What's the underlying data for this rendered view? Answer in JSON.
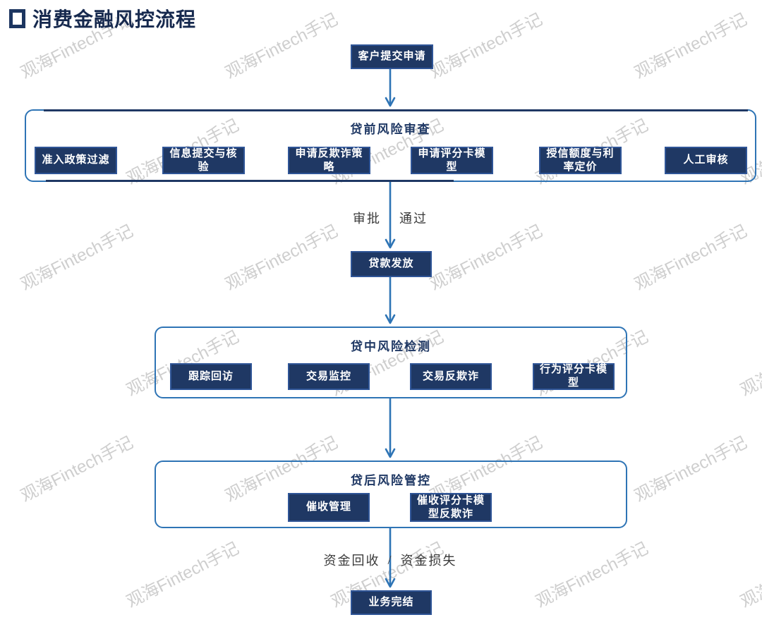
{
  "title": "消费金融风控流程",
  "watermark": {
    "text": "观海Fintech手记"
  },
  "nodes": {
    "start": "客户提交申请",
    "disburse": "贷款发放",
    "end": "业务完结"
  },
  "flow_labels": {
    "approval": {
      "left": "审批",
      "right": "通过"
    },
    "outcome": {
      "left": "资金回收",
      "slash": "/",
      "right": "资金损失"
    }
  },
  "stages": [
    {
      "title": "贷前风险审查",
      "boxes": [
        {
          "label": "准入政策过滤"
        },
        {
          "label": "信息提交与核\n验"
        },
        {
          "label": "申请反欺诈策\n略"
        },
        {
          "label": "申请评分卡模\n型"
        },
        {
          "label": "授信额度与利\n率定价"
        },
        {
          "label": "人工审核"
        }
      ]
    },
    {
      "title": "贷中风险检测",
      "boxes": [
        {
          "label": "跟踪回访"
        },
        {
          "label": "交易监控"
        },
        {
          "label": "交易反欺诈"
        },
        {
          "label": "行为评分卡模\n型"
        }
      ]
    },
    {
      "title": "贷后风险管控",
      "boxes": [
        {
          "label": "催收管理"
        },
        {
          "label": "催收评分卡模\n型反欺诈"
        }
      ]
    }
  ],
  "colors": {
    "box_fill": "#1f3864",
    "box_border": "#2f5597",
    "container_border": "#2e74b5",
    "arrow": "#2e74b5",
    "title_text": "#16294e",
    "watermark": "#c3c3c3"
  }
}
